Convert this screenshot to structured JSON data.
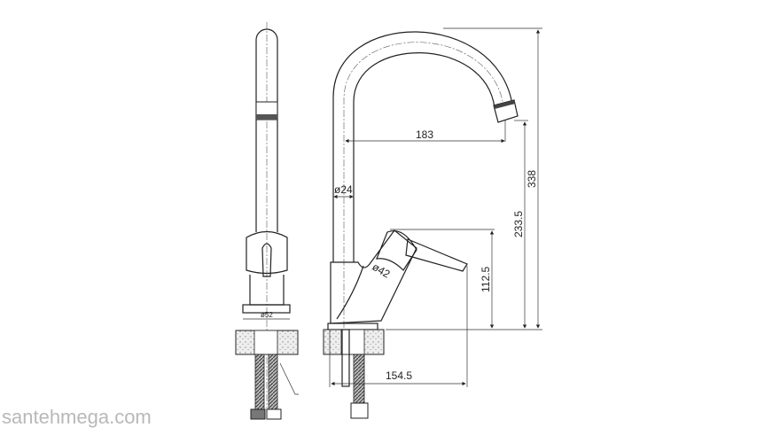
{
  "dimensions": {
    "spout_reach": "183",
    "tube_diameter": "ø24",
    "total_height": "338",
    "spout_height": "233.5",
    "handle_height": "112.5",
    "handle_reach": "154.5",
    "cartridge_diameter": "ø42",
    "base_diameter": "ø52"
  },
  "watermark": "santehmega.com"
}
